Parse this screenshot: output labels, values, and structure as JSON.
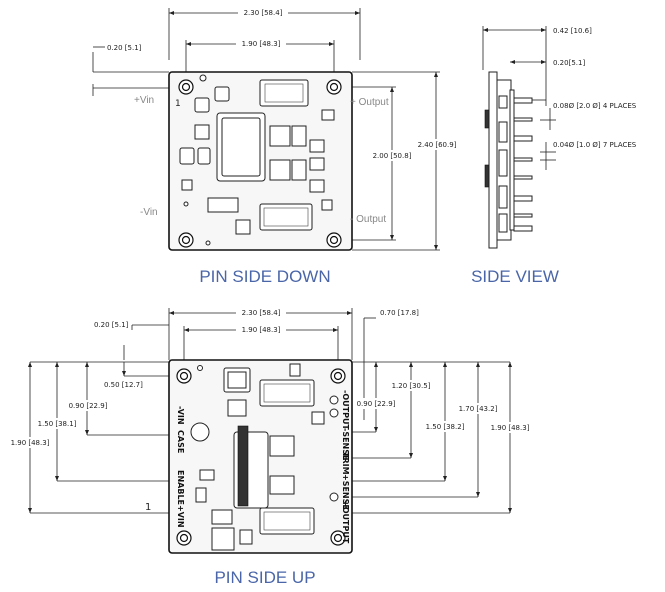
{
  "top": {
    "title": "PIN SIDE DOWN",
    "dim_width": "2.30 [58.4]",
    "dim_pin_span": "1.90 [48.3]",
    "dim_offset": "0.20 [5.1]",
    "dim_height": "2.40 [60.9]",
    "dim_pin_height": "2.00 [50.8]",
    "label_vin_pos": "+Vin",
    "label_vin_neg": "-Vin",
    "label_out_pos": "+ Output",
    "label_out_neg": "- Output",
    "pin1": "1"
  },
  "side": {
    "title": "SIDE VIEW",
    "dim_depth": "0.42 [10.6]",
    "dim_pin": "0.20[5.1]",
    "note_big": "0.08Ø [2.0 Ø] 4 PLACES",
    "note_small": "0.04Ø [1.0 Ø] 7 PLACES"
  },
  "bottom": {
    "title": "PIN SIDE UP",
    "dim_width": "2.30 [58.4]",
    "dim_pin_span": "1.90 [48.3]",
    "dim_offset": "0.20 [5.1]",
    "dim_right_offset": "0.70 [17.8]",
    "left_dims": [
      "0.50 [12.7]",
      "0.90 [22.9]",
      "1.50 [38.1]",
      "1.90 [48.3]"
    ],
    "right_dims": [
      "0.90 [22.9]",
      "1.20 [30.5]",
      "1.50 [38.2]",
      "1.70 [43.2]",
      "1.90 [48.3]"
    ],
    "pin_labels_left": [
      "-VIN",
      "CASE",
      "ENABLE",
      "+VIN"
    ],
    "pin_labels_right": [
      "-OUTPUT",
      "-SENSE",
      "TRIM",
      "+SENSE",
      "+OUTPUT"
    ],
    "pin1": "1"
  }
}
